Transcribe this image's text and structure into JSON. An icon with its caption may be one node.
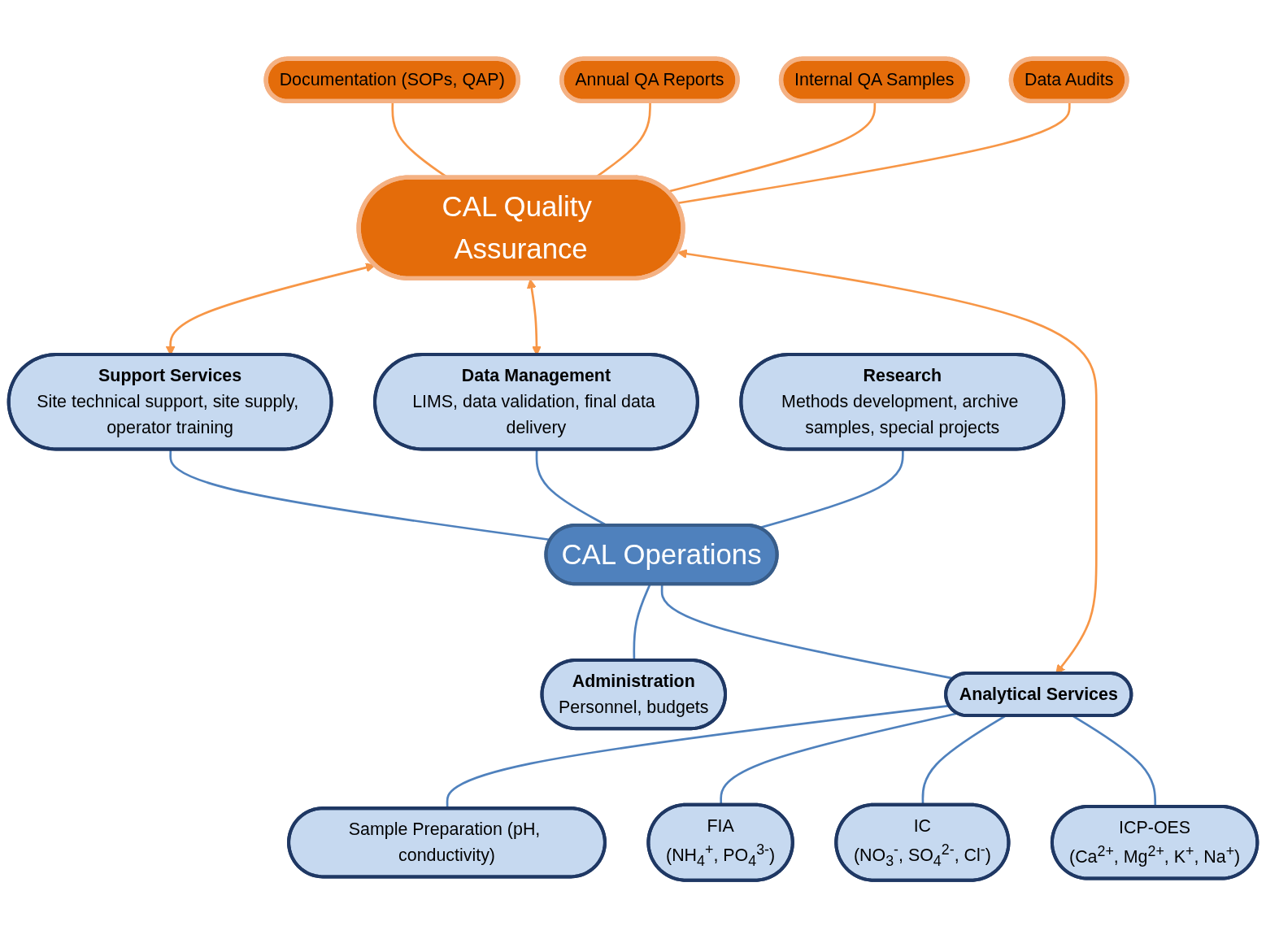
{
  "diagram": {
    "nodes": [
      {
        "text": [
          "Documentation (SOPs, QAP)"
        ]
      },
      {
        "text": [
          "Annual QA Reports"
        ]
      },
      {
        "text": [
          "Internal QA Samples"
        ]
      },
      {
        "text": [
          "Data Audits"
        ]
      },
      {
        "text": [
          "CAL Quality Assurance"
        ]
      },
      {
        "text": [
          "Support Services",
          "Site technical support, site supply, operator training"
        ]
      },
      {
        "text": [
          "Data Management",
          "LIMS, data validation, final data delivery"
        ]
      },
      {
        "text": [
          "CAL Operations"
        ]
      },
      {
        "text": [
          "Administration",
          "Personnel, budgets"
        ]
      },
      {
        "text": [
          "Analytical Services"
        ]
      },
      {
        "text": [
          "Sample Preparation (pH, conductivity)"
        ]
      },
      {
        "text": [
          "Research",
          "Methods development, archive samples, special projects"
        ]
      },
      {
        "text": [
          "FIA",
          "(NH$_{4}$$^{+}$, PO$_{4}$$^{3-}$)"
        ]
      },
      {
        "text": [
          "ICP-OES",
          "(Ca$^{2+}$, Mg$^{2+}$, K$^{+}$, Na$^{+}$)"
        ]
      },
      {
        "text": [
          "IC",
          "(NO$_{3}$$^{-}$, SO$_{4}$$^{2-}$, Cl$^{-}$)"
        ]
      }
    ],
    "edges": [
      {
        "from": 0,
        "to": 4,
        "arrow": "none",
        "color": "#f79646"
      },
      {
        "from": 1,
        "to": 4,
        "arrow": "none",
        "color": "#f79646"
      },
      {
        "from": 2,
        "to": 4,
        "arrow": "none",
        "color": "#f79646"
      },
      {
        "from": 3,
        "to": 4,
        "arrow": "none",
        "color": "#f79646"
      },
      {
        "from": 4,
        "to": 5,
        "arrow": "both",
        "color": "#f79646"
      },
      {
        "from": 4,
        "to": 6,
        "arrow": "both",
        "color": "#f79646"
      },
      {
        "from": 4,
        "to": 9,
        "arrow": "both",
        "color": "#f79646"
      },
      {
        "from": 7,
        "to": 5,
        "arrow": "none"
      },
      {
        "from": 7,
        "to": 6,
        "arrow": "none"
      },
      {
        "from": 7,
        "to": 8,
        "arrow": "none"
      },
      {
        "from": 7,
        "to": 9,
        "arrow": "none"
      },
      {
        "from": 7,
        "to": 11,
        "arrow": "none"
      },
      {
        "from": 9,
        "to": 10,
        "arrow": "none"
      },
      {
        "from": 9,
        "to": 12,
        "arrow": "none"
      },
      {
        "from": 9,
        "to": 14,
        "arrow": "none"
      },
      {
        "from": 9,
        "to": 13,
        "arrow": "none"
      }
    ]
  }
}
